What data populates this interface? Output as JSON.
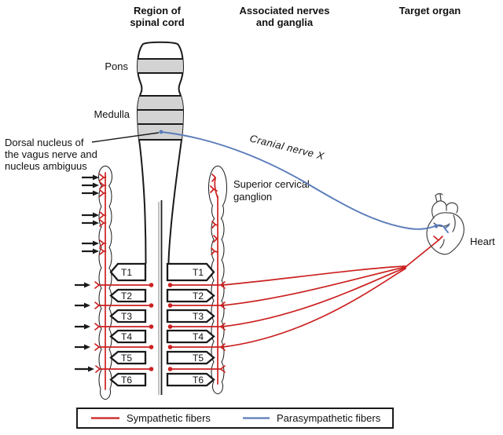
{
  "headers": {
    "col1_line1": "Region of",
    "col1_line2": "spinal cord",
    "col2_line1": "Associated nerves",
    "col2_line2": "and ganglia",
    "col3": "Target organ"
  },
  "labels": {
    "pons": "Pons",
    "medulla": "Medulla",
    "dorsal_line1": "Dorsal nucleus of",
    "dorsal_line2": "the vagus nerve and",
    "dorsal_line3": "nucleus ambiguus",
    "cranial_nerve": "Cranial nerve X",
    "scg_line1": "Superior cervical",
    "scg_line2": "ganglion",
    "heart": "Heart"
  },
  "segments": [
    "T1",
    "T2",
    "T3",
    "T4",
    "T5",
    "T6"
  ],
  "legend": {
    "sympathetic": "Sympathetic fibers",
    "parasympathetic": "Parasympathetic fibers"
  },
  "colors": {
    "sympathetic_red": "#cc2020",
    "parasympathetic_blue": "#5b7cba",
    "brainstem_band_gray": "#d3d3d3"
  }
}
